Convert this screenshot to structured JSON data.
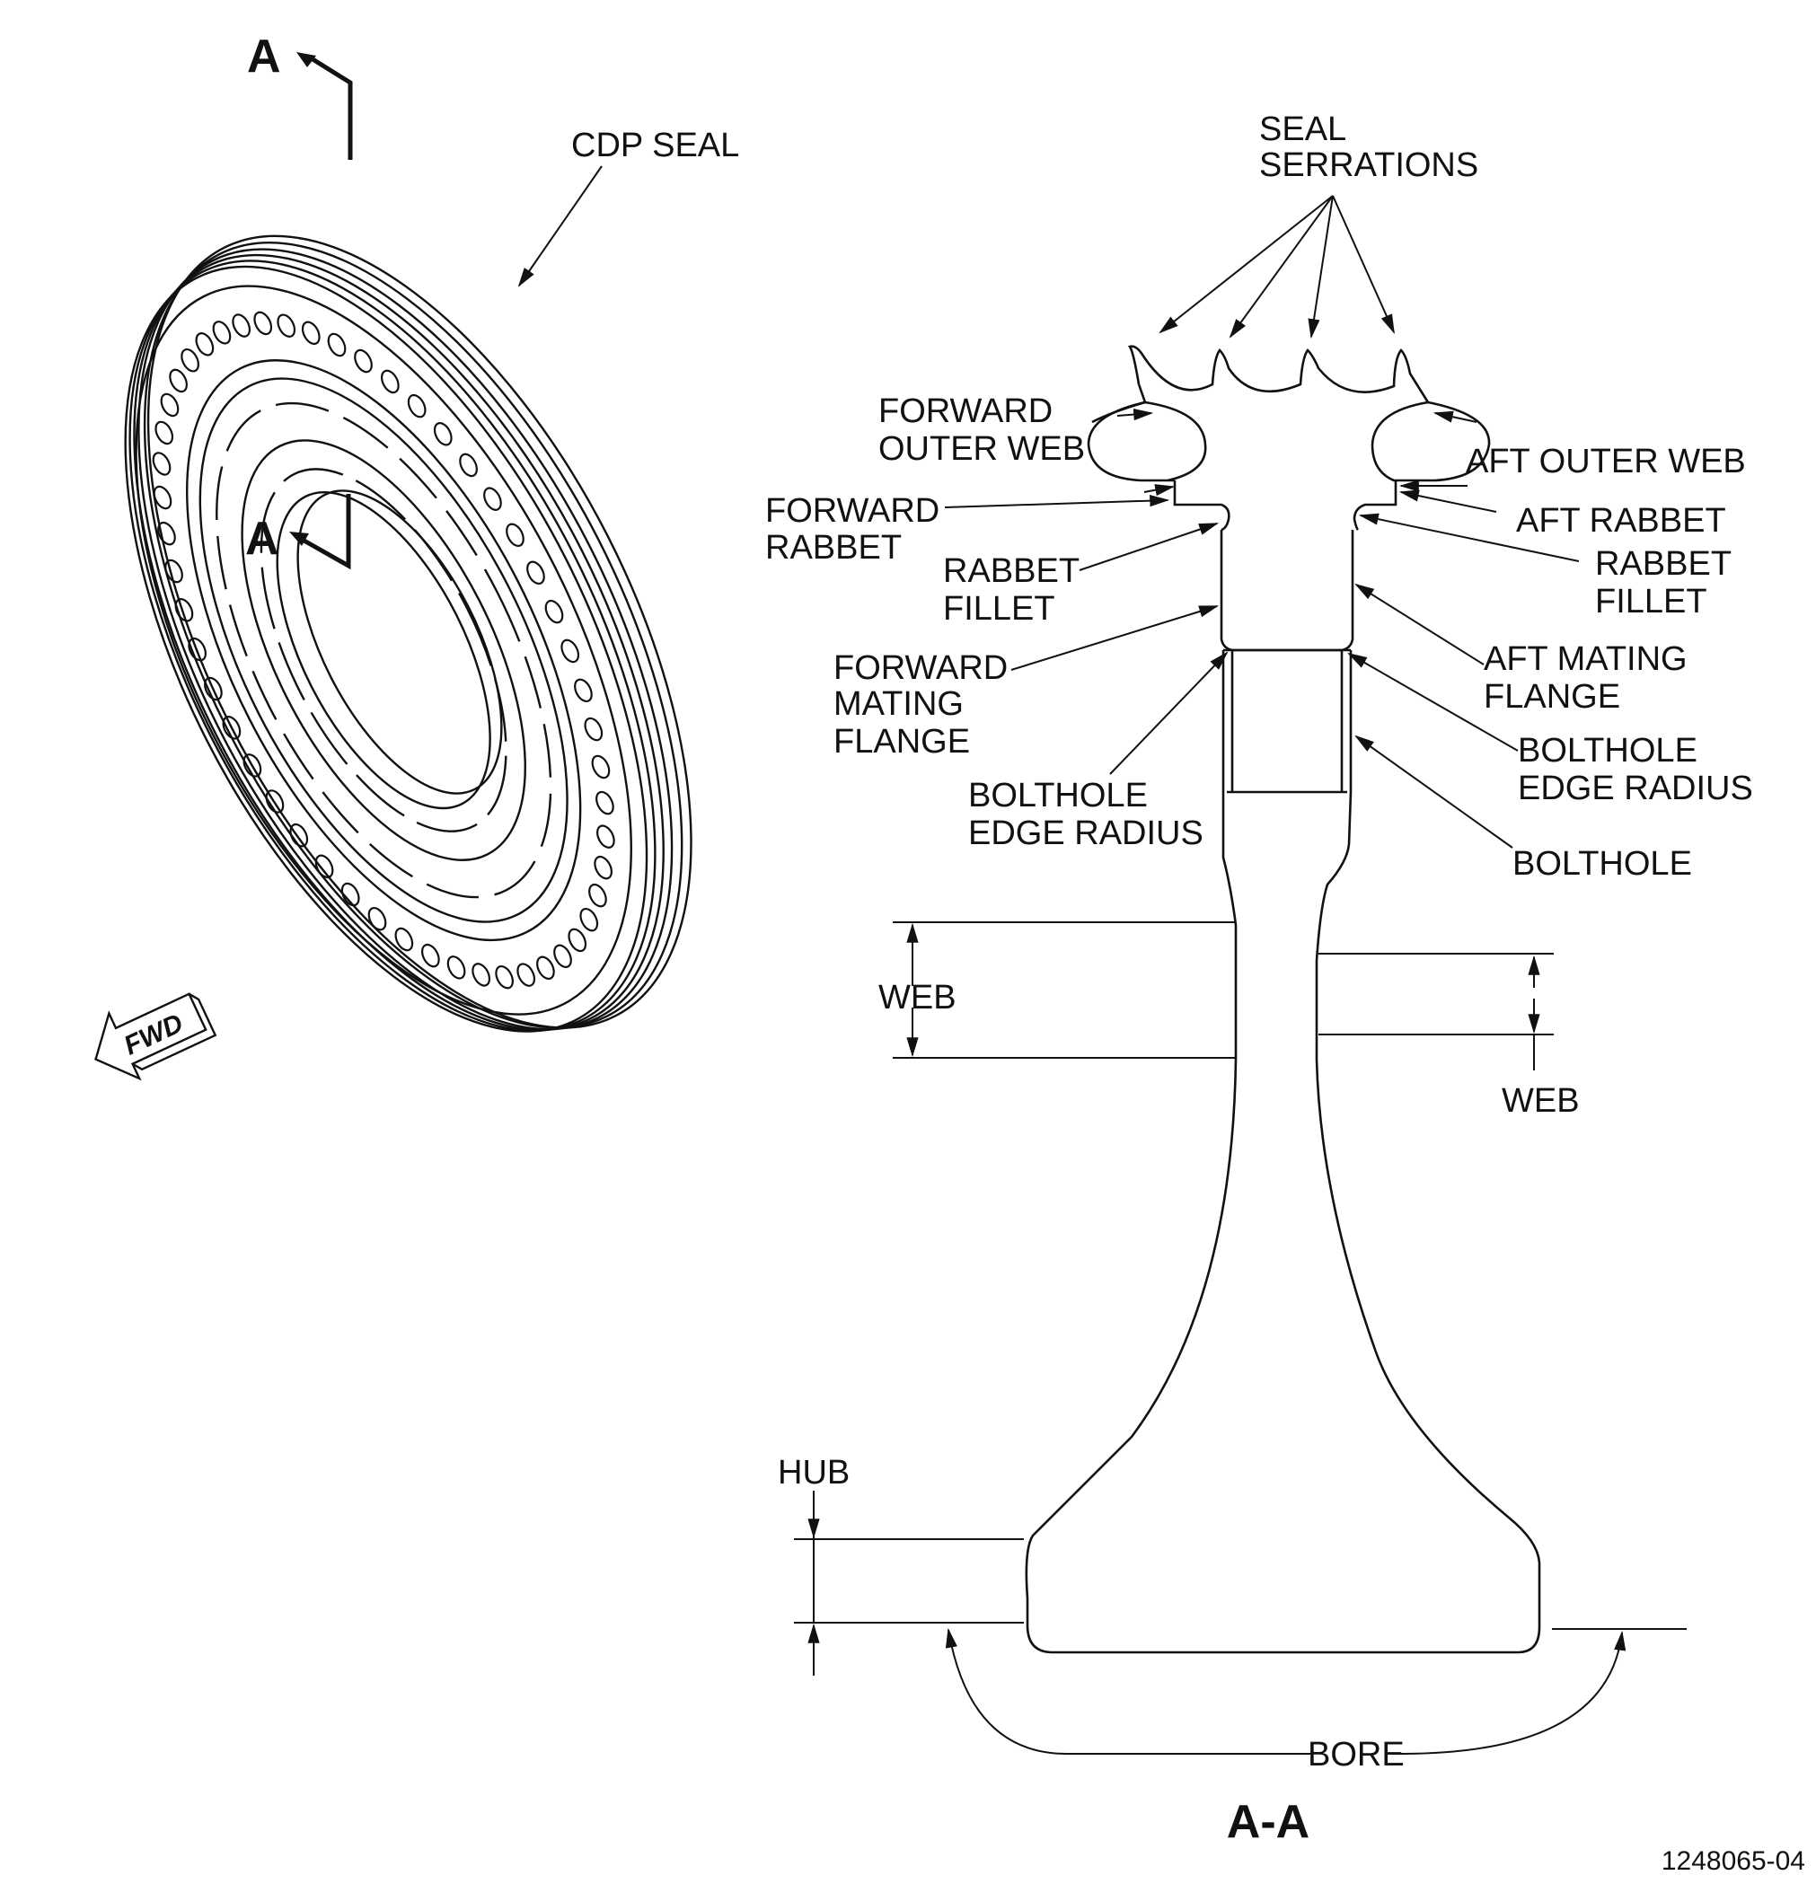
{
  "view_markers": {
    "section_a_top": "A",
    "section_a_inner": "A",
    "fwd_arrow": "FWD"
  },
  "labels": {
    "cdp_seal": "CDP SEAL",
    "seal_serrations": [
      "SEAL",
      "SERRATIONS"
    ],
    "forward_outer_web": [
      "FORWARD",
      "OUTER WEB"
    ],
    "aft_outer_web": "AFT OUTER WEB",
    "forward_rabbet": [
      "FORWARD",
      "RABBET"
    ],
    "aft_rabbet": "AFT RABBET",
    "rabbet_fillet_fwd": [
      "RABBET",
      "FILLET"
    ],
    "rabbet_fillet_aft": [
      "RABBET",
      "FILLET"
    ],
    "forward_mating_flange": [
      "FORWARD",
      "MATING",
      "FLANGE"
    ],
    "aft_mating_flange": [
      "AFT MATING",
      "FLANGE"
    ],
    "bolthole_edge_radius_fwd": [
      "BOLTHOLE",
      "EDGE RADIUS"
    ],
    "bolthole_edge_radius_aft": [
      "BOLTHOLE",
      "EDGE RADIUS"
    ],
    "bolthole": "BOLTHOLE",
    "web_fwd": "WEB",
    "web_aft": "WEB",
    "hub": "HUB",
    "bore": "BORE"
  },
  "section_title": "A-A",
  "figure_number": "1248065-04"
}
